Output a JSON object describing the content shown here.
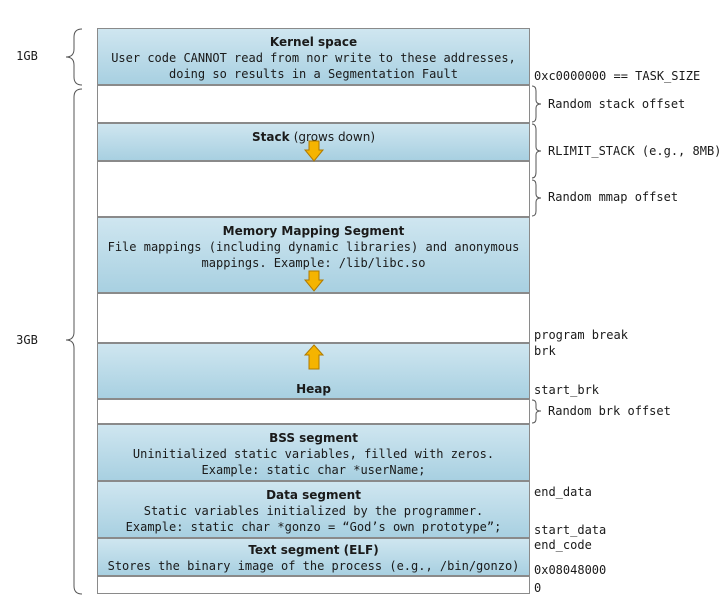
{
  "sizes": {
    "kernel": "1GB",
    "user": "3GB"
  },
  "segments": {
    "kernel": {
      "title": "Kernel space",
      "line1": "User code CANNOT read from nor write to these addresses,",
      "line2": "doing so results in a Segmentation Fault"
    },
    "stack": {
      "title": "Stack",
      "note": "(grows down)"
    },
    "mmap": {
      "title": "Memory Mapping Segment",
      "line1": "File mappings (including dynamic libraries) and anonymous",
      "line2": "mappings. Example: /lib/libc.so"
    },
    "heap": {
      "title": "Heap"
    },
    "bss": {
      "title": "BSS segment",
      "line1": "Uninitialized static variables, filled with zeros.",
      "line2": "Example: static char *userName;"
    },
    "data": {
      "title": "Data segment",
      "line1": "Static variables initialized by the programmer.",
      "line2": "Example: static char *gonzo = “God’s own prototype”;"
    },
    "text": {
      "title": "Text segment (ELF)",
      "line1": "Stores the binary image of the process (e.g., /bin/gonzo)"
    }
  },
  "offsets": {
    "random_stack": "Random stack offset",
    "rlimit_stack": "RLIMIT_STACK (e.g., 8MB)",
    "random_mmap": "Random mmap offset",
    "random_brk": "Random brk offset"
  },
  "addresses": {
    "task_size": "0xc0000000 == TASK_SIZE",
    "program_break": "program break",
    "brk": "brk",
    "start_brk": "start_brk",
    "end_data": "end_data",
    "start_data": "start_data",
    "end_code": "end_code",
    "text_start": "0x08048000",
    "zero": "0"
  },
  "colors": {
    "segment_fill": "#a8d0e1",
    "arrow_fill": "#f5b400",
    "border": "#8a8a8a"
  }
}
